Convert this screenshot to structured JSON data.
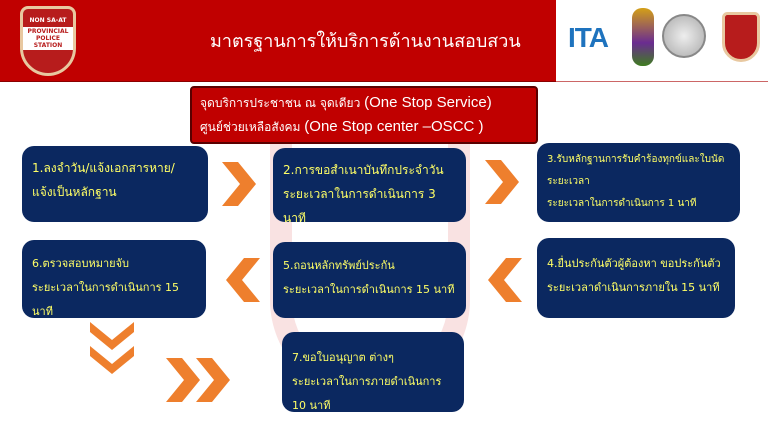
{
  "header": {
    "title": "มาตรฐานการให้บริการด้านงานสอบสวน",
    "logo_text": "NON SA-AT",
    "logo_sub": "PROVINCIAL POLICE STATION",
    "ita_logo": "ITA"
  },
  "subtitle": {
    "line1_th": "จุดบริการประชาชน ณ จุดเดียว ",
    "line1_en": "(One Stop Service)",
    "line2_th": "ศูนย์ช่วยเหลือสังคม ",
    "line2_en": "(One Stop center –OSCC )"
  },
  "steps": [
    {
      "title": "1.ลงจำวัน/แจ้งเอกสารหาย/",
      "time": "แจ้งเป็นหลักฐาน"
    },
    {
      "title": "2.การขอสำเนาบันทึกประจำวัน",
      "time": "ระยะเวลาในการดำเนินการ 3 นาที"
    },
    {
      "title": "3.รับหลักฐานการรับคำร้องทุกข์และใบนัด",
      "extra": "ระยะเวลา",
      "time": "ระยะเวลาในการดำเนินการ 1 นาที"
    },
    {
      "title": "4.ยื่นประกันตัวผู้ต้องหา ขอประกันตัว",
      "time": "ระยะเวลาดำเนินการภายใน 15 นาที"
    },
    {
      "title": "5.ถอนหลักทรัพย์ประกัน",
      "time": "ระยะเวลาในการดำเนินการ 15 นาที"
    },
    {
      "title": "6.ตรวจสอบหมายจับ",
      "time": "ระยะเวลาในการดำเนินการ 15 นาที"
    },
    {
      "title": "7.ขอใบอนุญาต ต่างๆ",
      "time": "ระยะเวลาในการภายดำเนินการ 10 นาที"
    }
  ],
  "colors": {
    "header": "#c00000",
    "box": "#0b2860",
    "text": "#ffff66",
    "arrow": "#ee7f2d"
  }
}
